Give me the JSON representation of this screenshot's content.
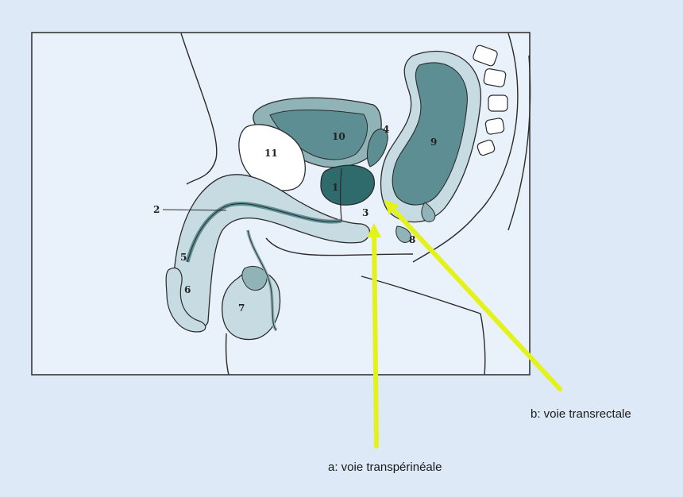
{
  "figure": {
    "labels": [
      "1",
      "2",
      "3",
      "4",
      "5",
      "6",
      "7",
      "8",
      "9",
      "10",
      "11"
    ]
  },
  "captions": {
    "a": "a: voie transpérinéale",
    "b": "b: voie transrectale"
  },
  "colors": {
    "background": "#dde9f6",
    "frame_fill": "#e9f1fa",
    "tissue_light": "#c7dbe3",
    "tissue_mid": "#8fb3b7",
    "tissue_dark": "#5d8e93",
    "prostate": "#2f6a6c",
    "arrow": "#e3f21a",
    "outline": "#2b2b2b"
  }
}
